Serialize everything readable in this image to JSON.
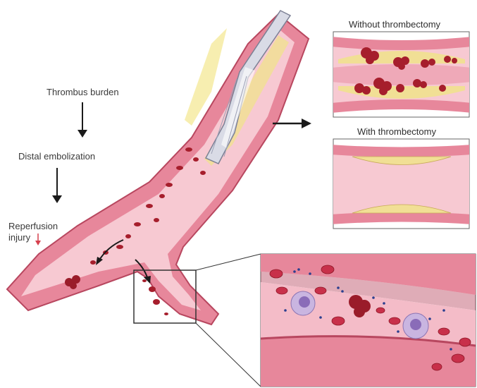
{
  "labels": {
    "thrombus_burden": "Thrombus burden",
    "distal_embolization": "Distal embolization",
    "reperfusion_line1": "Reperfusion",
    "reperfusion_line2": "injury"
  },
  "panels": {
    "without": {
      "title": "Without thrombectomy"
    },
    "with": {
      "title": "With thrombectomy"
    }
  },
  "icons": {
    "down_arrow": "arrow-down-icon",
    "right_arrow": "arrow-right-icon",
    "reduction_arrow": "small-red-down-arrow-icon"
  },
  "colors": {
    "vessel_wall": "#e7879b",
    "vessel_outline": "#b8475f",
    "lumen": "#f7c9d2",
    "plaque": "#f1df95",
    "thrombus": "#a61e2c",
    "cell": "#c8304a",
    "leukocyte": "#b9a3d6",
    "reduction_arrow": "#d6404e"
  }
}
